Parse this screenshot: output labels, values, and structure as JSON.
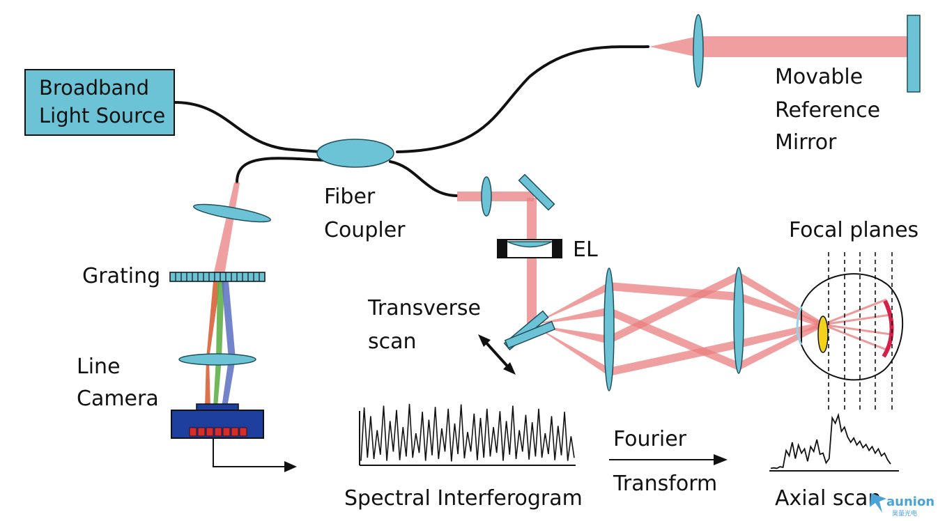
{
  "labels": {
    "light_source_line1": "Broadband",
    "light_source_line2": "Light Source",
    "fiber_coupler_line1": "Fiber",
    "fiber_coupler_line2": "Coupler",
    "mirror_line1": "Movable",
    "mirror_line2": "Reference",
    "mirror_line3": "Mirror",
    "grating": "Grating",
    "camera_line1": "Line",
    "camera_line2": "Camera",
    "el": "EL",
    "scan_line1": "Transverse",
    "scan_line2": "scan",
    "focal_planes": "Focal planes",
    "interferogram": "Spectral Interferogram",
    "fourier_line1": "Fourier",
    "fourier_line2": "Transform",
    "axial_scan": "Axial scan"
  },
  "watermark": {
    "name": "aunion",
    "sub": "昊量光电"
  },
  "colors": {
    "optic": "#6cc3d5",
    "beam": "#ea7f7f",
    "camera_body": "#1f3f9f",
    "camera_pixels": "#d92b2b",
    "lens_yellow": "#f2d21b",
    "retina_red": "#d4214a",
    "spectrum_red": "#d9603a",
    "spectrum_green": "#62b04a",
    "spectrum_blue": "#5a6ec2"
  },
  "signals": {
    "interferogram": [
      0.05,
      0.92,
      0.1,
      0.78,
      0.08,
      0.55,
      0.15,
      0.95,
      0.05,
      0.7,
      0.2,
      0.88,
      0.06,
      0.6,
      0.12,
      0.98,
      0.1,
      0.5,
      0.18,
      0.85,
      0.05,
      0.72,
      0.14,
      0.93,
      0.08,
      0.58,
      0.2,
      0.9,
      0.04,
      0.66,
      0.16,
      0.97,
      0.09,
      0.52,
      0.2,
      0.82,
      0.06,
      0.75,
      0.1,
      0.9,
      0.12,
      0.6,
      0.18,
      0.86,
      0.05,
      0.7,
      0.15,
      0.95,
      0.08,
      0.55,
      0.2,
      0.8,
      0.07,
      0.68,
      0.12,
      0.9,
      0.1,
      0.5,
      0.16,
      0.78,
      0.06,
      0.62,
      0.14,
      0.85,
      0.05,
      0.45,
      0.1
    ],
    "axial_scan": [
      0.02,
      0.03,
      0.02,
      0.05,
      0.04,
      0.35,
      0.25,
      0.5,
      0.2,
      0.45,
      0.3,
      0.38,
      0.15,
      0.42,
      0.33,
      0.55,
      0.28,
      0.3,
      0.12,
      0.2,
      0.95,
      0.85,
      1.0,
      0.7,
      0.78,
      0.6,
      0.5,
      0.58,
      0.45,
      0.52,
      0.4,
      0.46,
      0.35,
      0.42,
      0.3,
      0.38,
      0.25,
      0.3,
      0.18,
      0.1
    ]
  }
}
